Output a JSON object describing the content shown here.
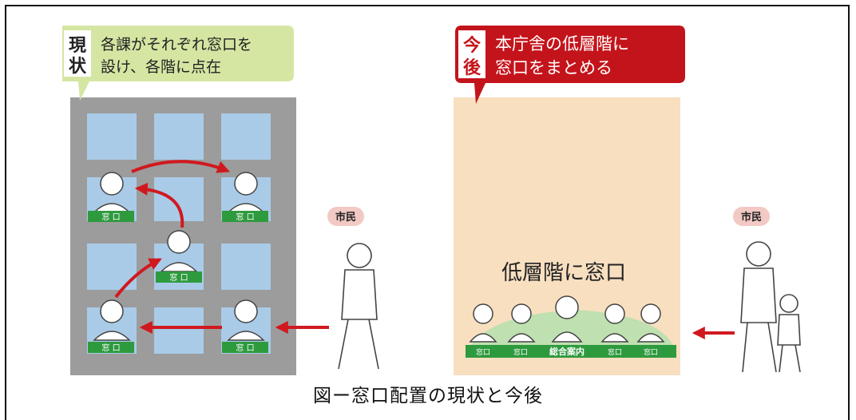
{
  "current": {
    "tag": "現状",
    "line1": "各課がそれぞれ窓口を",
    "line2": "設け、各階に点在",
    "window_label": "窓 口"
  },
  "future": {
    "tag": "今後",
    "line1": "本庁舎の低層階に",
    "line2": "窓口をまとめる",
    "center_text": "低層階に窓口",
    "counter_small": "窓口",
    "counter_main": "総合案内"
  },
  "citizen_label": "市民",
  "caption": "図ー窓口配置の現状と今後",
  "colors": {
    "building_gray": "#9c9c9c",
    "window_blue": "#a9cbe7",
    "label_green": "#2e9a3e",
    "bubble_green": "#d5e6a3",
    "bubble_red": "#c4141b",
    "beige": "#f7dfc0",
    "arrow_red": "#d0191f",
    "citizen_pink": "#f2c9c4"
  }
}
